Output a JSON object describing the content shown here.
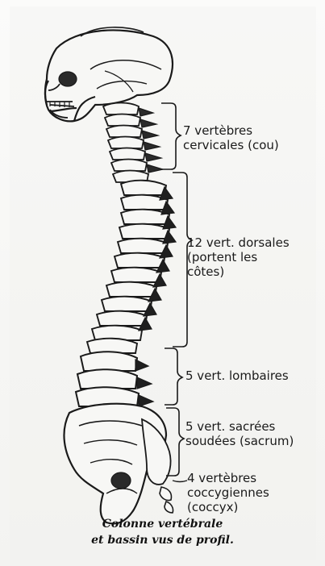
{
  "labels": {
    "cervical": {
      "line1": "7 vertèbres",
      "line2": "cervicales (cou)"
    },
    "dorsal": {
      "line1": "12 vert. dorsales",
      "line2": "(portent les",
      "line3": "côtes)"
    },
    "lumbar": {
      "line1": "5 vert. lombaires"
    },
    "sacral": {
      "line1": "5 vert. sacrées",
      "line2": "soudées (sacrum)"
    },
    "coccygeal": {
      "line1": "4 vertèbres",
      "line2": "coccygiennes",
      "line3": "(coccyx)"
    }
  },
  "caption": {
    "line1": "Colonne vertébrale",
    "line2": "et bassin vus de profil."
  },
  "colors": {
    "ink": "#1a1a1a",
    "bone": "#f4f4f2",
    "paper": "#f7f7f5"
  }
}
